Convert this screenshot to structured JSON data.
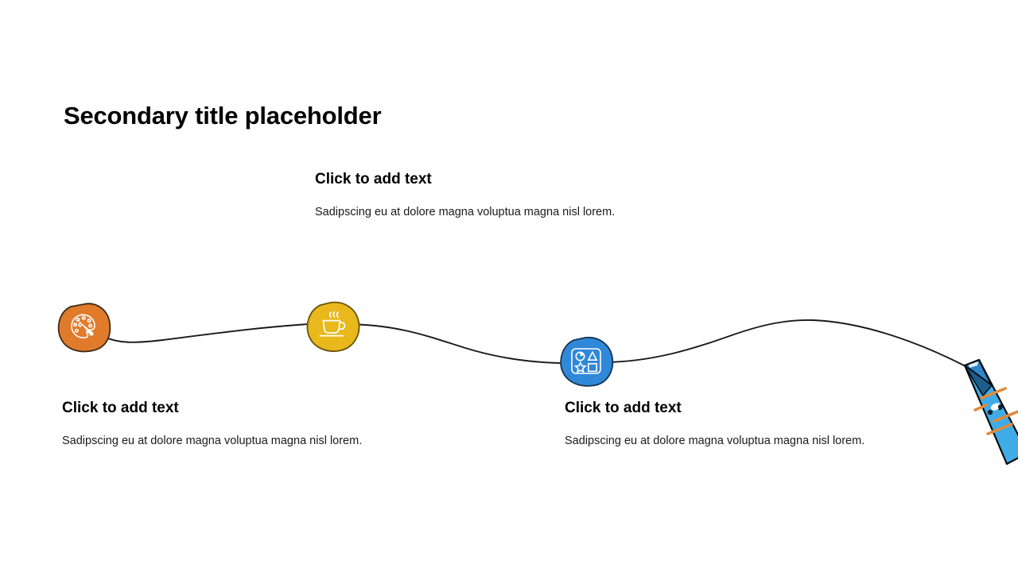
{
  "slide": {
    "background_color": "#ffffff",
    "title": "Secondary title placeholder"
  },
  "text_blocks": [
    {
      "id": "top",
      "heading": "Click to add text",
      "body": "Sadipscing eu at dolore magna voluptua magna nisl lorem."
    },
    {
      "id": "bottom-left",
      "heading": "Click to add text",
      "body": "Sadipscing eu at dolore magna voluptua magna nisl lorem."
    },
    {
      "id": "bottom-right",
      "heading": "Click to add text",
      "body": "Sadipscing eu at dolore magna voluptua magna nisl lorem."
    }
  ],
  "timeline": {
    "line_color": "#1a1a1a",
    "nodes": [
      {
        "icon": "palette-icon",
        "label": "Palette",
        "color": "#E07B2C",
        "outline": "#3d2a17"
      },
      {
        "icon": "coffee-cup-icon",
        "label": "Coffee cup",
        "color": "#E8B81C",
        "outline": "#6b5408"
      },
      {
        "icon": "shapes-icon",
        "label": "Shapes",
        "color": "#3088D8",
        "outline": "#15334f"
      }
    ],
    "end_marker": {
      "icon": "pencil-icon",
      "label": "Pencil",
      "body_color": "#3FACE8",
      "tip_color": "#2E86C8",
      "tip_dark_color": "#1B5E8C",
      "stripe_color": "#E08A3C",
      "outline": "#0a0a0a"
    }
  }
}
